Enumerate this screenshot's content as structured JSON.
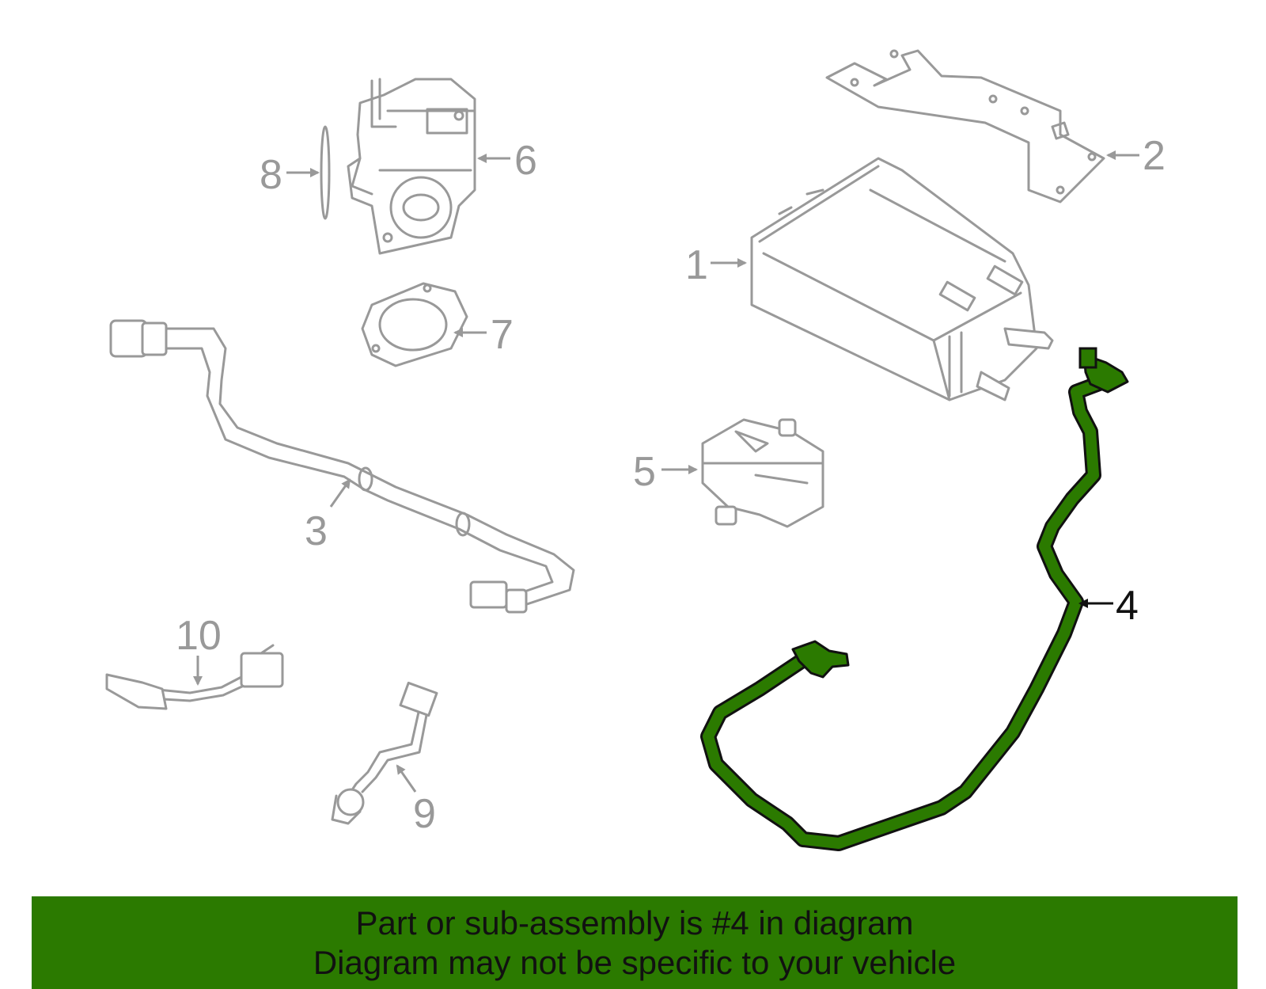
{
  "callouts": {
    "c1": "1",
    "c2": "2",
    "c3": "3",
    "c4": "4",
    "c5": "5",
    "c6": "6",
    "c7": "7",
    "c8": "8",
    "c9": "9",
    "c10": "10"
  },
  "highlight_part": "4",
  "colors": {
    "highlight_fill": "#2b7a00",
    "highlight_outline": "#111111",
    "part_stroke": "#999999",
    "banner_bg": "#2b7a00"
  },
  "banner": {
    "line1": "Part or sub-assembly is #4 in diagram",
    "line2": "Diagram may not be specific to your vehicle"
  }
}
